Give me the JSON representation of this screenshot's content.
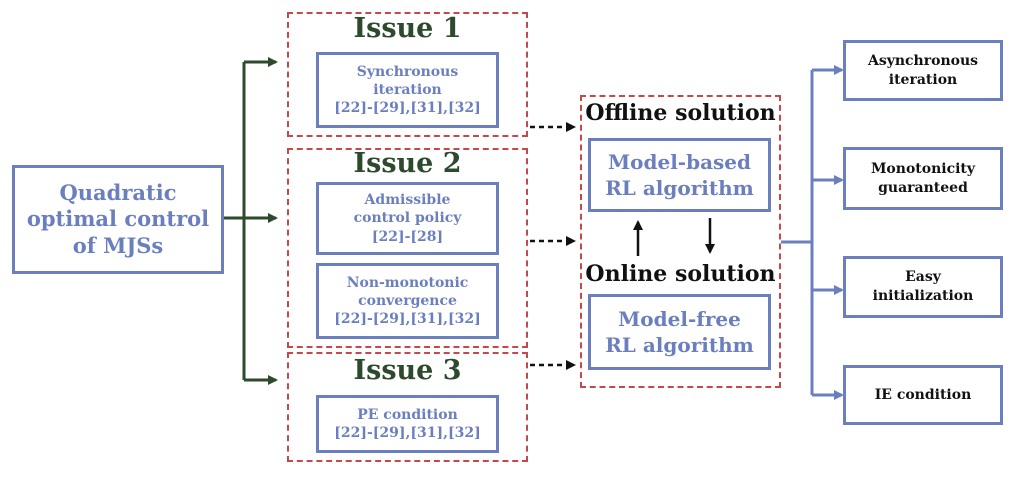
{
  "source": {
    "lines": [
      "Quadratic",
      "optimal control",
      "of MJSs"
    ]
  },
  "issues": [
    {
      "title": "Issue 1",
      "items": [
        {
          "lines": [
            "Synchronous",
            "iteration",
            "[22]-[29],[31],[32]"
          ]
        }
      ]
    },
    {
      "title": "Issue 2",
      "items": [
        {
          "lines": [
            "Admissible",
            "control policy",
            "[22]-[28]"
          ]
        },
        {
          "lines": [
            "Non-monotonic",
            "convergence",
            "[22]-[29],[31],[32]"
          ]
        }
      ]
    },
    {
      "title": "Issue 3",
      "items": [
        {
          "lines": [
            "PE condition",
            "[22]-[29],[31],[32]"
          ]
        }
      ]
    }
  ],
  "solutions": {
    "offline": {
      "title": "Offline solution",
      "lines": [
        "Model-based",
        "RL algorithm"
      ]
    },
    "online": {
      "title": "Online solution",
      "lines": [
        "Model-free",
        "RL algorithm"
      ]
    }
  },
  "outcomes": [
    {
      "lines": [
        "Asynchronous",
        "iteration"
      ]
    },
    {
      "lines": [
        "Monotonicity",
        "guaranteed"
      ]
    },
    {
      "lines": [
        "Easy",
        "initialization"
      ]
    },
    {
      "lines": [
        "IE condition"
      ]
    }
  ],
  "colors": {
    "box_border": "#6b7fbf",
    "box_text": "#6b7fbf",
    "dashed_border": "#c6484a",
    "issue_title": "#2d4a2d",
    "arrow_green": "#2d4a2d",
    "arrow_blue": "#6b7fbf"
  }
}
